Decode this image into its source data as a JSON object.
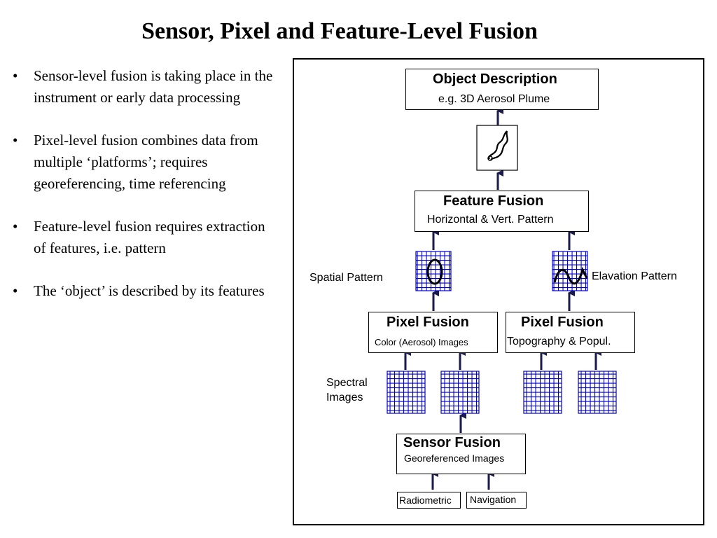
{
  "slide": {
    "title": "Sensor, Pixel and Feature-Level Fusion",
    "bullets": [
      "Sensor-level fusion is taking place in the instrument or early data processing",
      "Pixel-level fusion combines data from multiple ‘platforms’; requires georeferencing, time referencing",
      "Feature-level fusion requires extraction of features, i.e. pattern",
      "The ‘object’ is described by its features"
    ]
  },
  "diagram": {
    "object_description": {
      "title": "Object Description",
      "subtitle": "e.g. 3D Aerosol Plume"
    },
    "feature_fusion": {
      "title": "Feature Fusion",
      "subtitle": "Horizontal & Vert. Pattern"
    },
    "pixel_fusion_left": {
      "title": "Pixel Fusion",
      "subtitle": "Color (Aerosol) Images"
    },
    "pixel_fusion_right": {
      "title": "Pixel Fusion",
      "subtitle": "Topography & Popul."
    },
    "sensor_fusion": {
      "title": "Sensor Fusion",
      "subtitle": "Georeferenced Images"
    },
    "spatial_pattern_label": "Spatial Pattern",
    "elevation_pattern_label": "Elavation  Pattern",
    "spectral_images_label_1": "Spectral",
    "spectral_images_label_2": "Images",
    "inputs": {
      "radiometric": "Radiometric",
      "navigation": "Navigation"
    },
    "colors": {
      "grid": "#0000cc",
      "arrow": "#1a1a4d"
    }
  }
}
